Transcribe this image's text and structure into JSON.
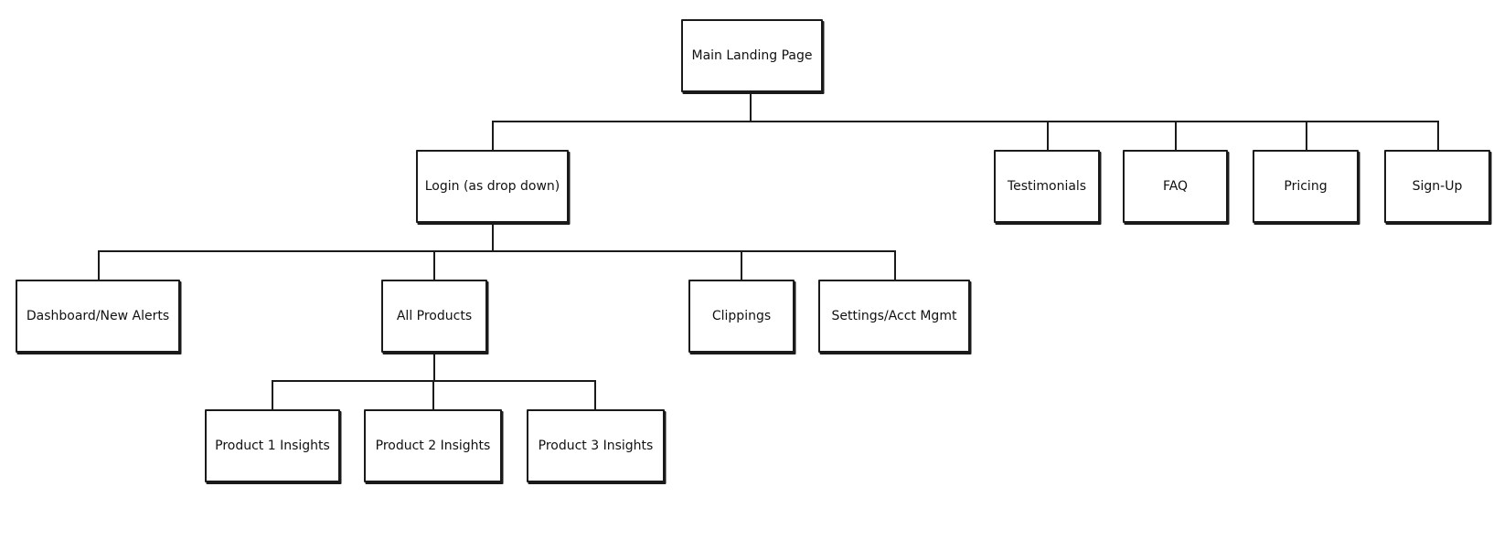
{
  "sitemap": {
    "root": "Main Landing Page",
    "login": "Login (as drop down)",
    "testimonials": "Testimonials",
    "faq": "FAQ",
    "pricing": "Pricing",
    "signup": "Sign-Up",
    "dashboard": "Dashboard/New Alerts",
    "all_products": "All Products",
    "clippings": "Clippings",
    "settings": "Settings/Acct Mgmt",
    "product1": "Product 1 Insights",
    "product2": "Product 2 Insights",
    "product3": "Product 3 Insights"
  }
}
